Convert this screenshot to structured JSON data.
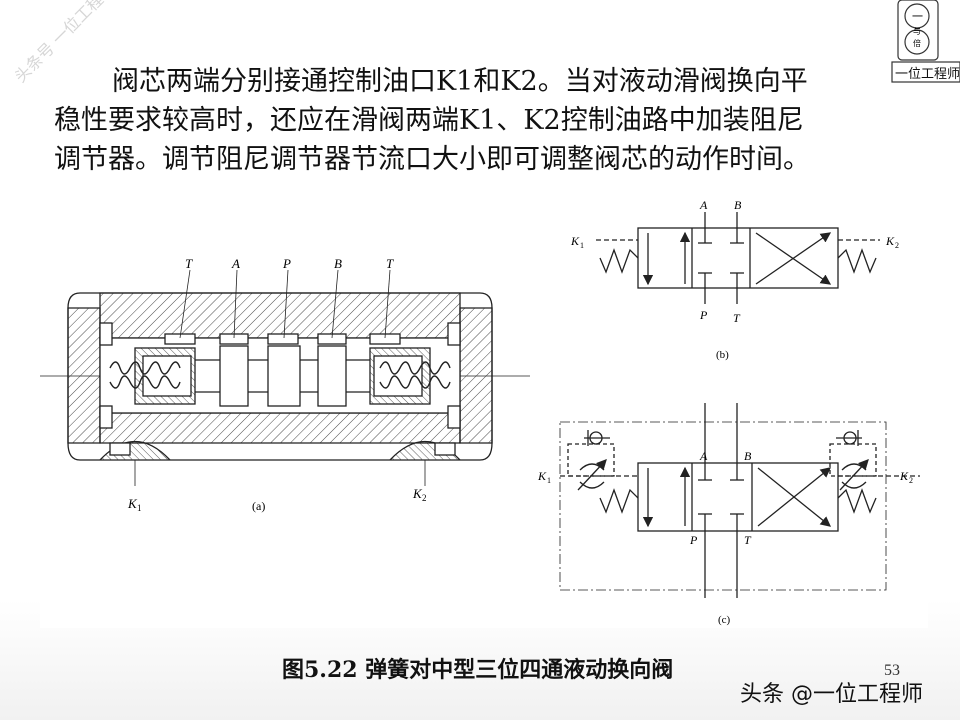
{
  "paragraph": {
    "line1": "阀芯两端分别接通控制油口K1和K2。当对液动滑阀换向平",
    "line2": "稳性要求较高时，还应在滑阀两端K1、K2控制油路中加装阻尼",
    "line3": "调节器。调节阻尼调节器节流口大小即可调整阀芯的动作时间。"
  },
  "figure_a": {
    "labels": {
      "T_left": "T",
      "A": "A",
      "P": "P",
      "B": "B",
      "T_right": "T",
      "K1": "K",
      "K1_sub": "1",
      "K2": "K",
      "K2_sub": "2"
    },
    "tag": "(a)"
  },
  "figure_b": {
    "labels": {
      "A": "A",
      "B": "B",
      "P": "P",
      "T": "T",
      "K1": "K",
      "K1_sub": "1",
      "K2": "K",
      "K2_sub": "2"
    },
    "tag": "(b)"
  },
  "figure_c": {
    "labels": {
      "A": "A",
      "B": "B",
      "P": "P",
      "T": "T",
      "K1": "K",
      "K1_sub": "1",
      "K2": "K",
      "K2_sub": "2"
    },
    "tag": "(c)"
  },
  "caption": "图5.22  弹簧对中型三位四通液动换向阀",
  "page_number": "53",
  "toutiao_mark": "头条 @一位工程师",
  "watermark": "头条号 一位工程师",
  "logo": {
    "text": "一位工程师",
    "glyph1": "一",
    "glyph2": "与",
    "glyph3": "倍"
  }
}
